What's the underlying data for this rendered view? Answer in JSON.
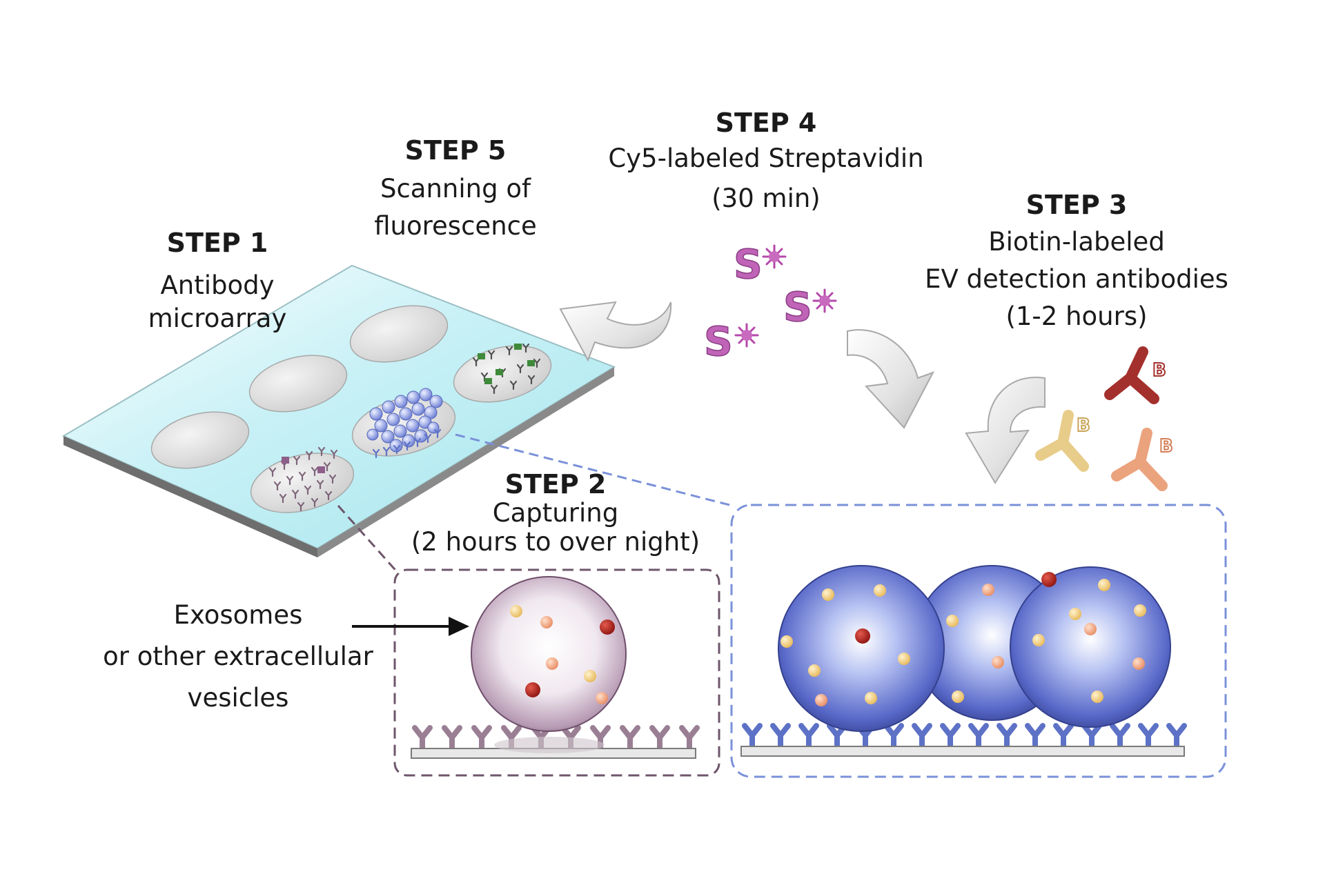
{
  "steps": {
    "step1": {
      "title": "STEP 1",
      "line1": "Antibody",
      "line2": "microarray"
    },
    "step2": {
      "title": "STEP 2",
      "line1": "Capturing",
      "line2": "(2 hours to over night)"
    },
    "step3": {
      "title": "STEP 3",
      "line1": "Biotin-labeled",
      "line2": "EV detection antibodies",
      "line3": "(1-2 hours)"
    },
    "step4": {
      "title": "STEP 4",
      "line1": "Cy5-labeled Streptavidin",
      "line2": "(30 min)"
    },
    "step5": {
      "title": "STEP 5",
      "line1": "Scanning of",
      "line2": "fluorescence"
    }
  },
  "exosome_label": {
    "line1": "Exosomes",
    "line2": "or other extracellular",
    "line3": "vesicles"
  },
  "symbols": {
    "streptavidin": "S",
    "biotin": "B"
  },
  "colors": {
    "slide": "#bfeff5",
    "purple_antibody": "#9a7f94",
    "blue_antibody": "#5d72c6",
    "green_antibody": "#3f8a3a",
    "purple_box": "#6e566b",
    "blue_box": "#7a91d9",
    "streptavidin": "#c064b8",
    "biotin_antibodies": [
      "#a3302c",
      "#e8cc8a",
      "#eba37e"
    ],
    "arrow": "#dcdcdc"
  },
  "icons": [
    "curved-arrow-icon",
    "streptavidin-icon",
    "biotin-antibody-icon",
    "antibody-icon",
    "vesicle-icon",
    "pointer-arrow-icon"
  ]
}
